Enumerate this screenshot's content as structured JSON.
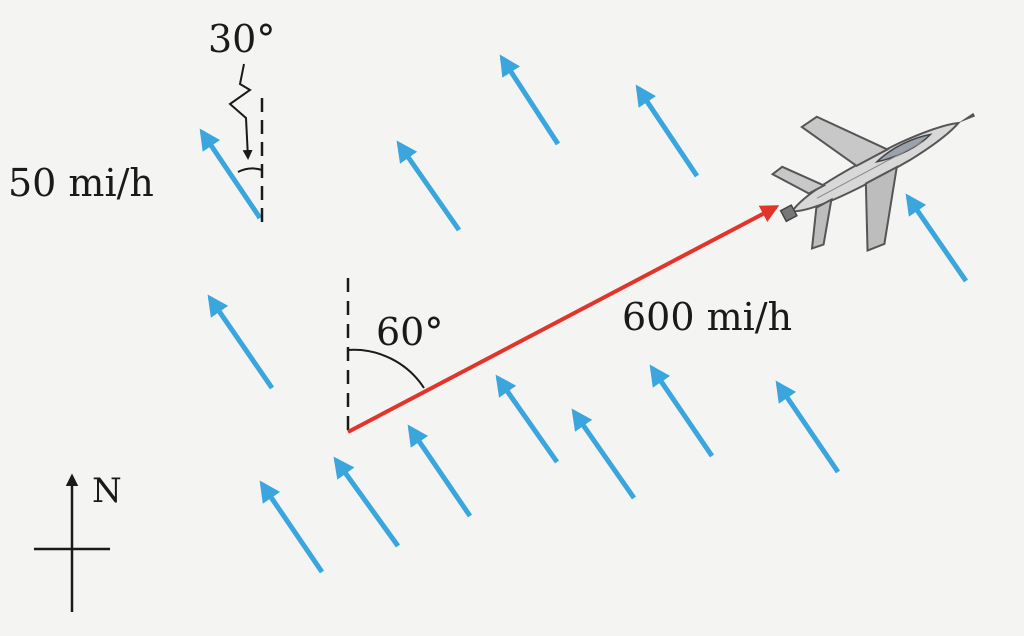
{
  "labels": {
    "wind_angle": "30°",
    "wind_speed": "50 mi/h",
    "plane_angle": "60°",
    "plane_speed": "600 mi/h",
    "north": "N"
  },
  "colors": {
    "wind_arrow": "#3aa6dd",
    "plane_vector": "#e2342b",
    "ink": "#1a1a1a",
    "background": "#f4f4f2"
  },
  "icons": {
    "plane": "jet-airplane-icon",
    "compass": "north-compass-icon"
  }
}
